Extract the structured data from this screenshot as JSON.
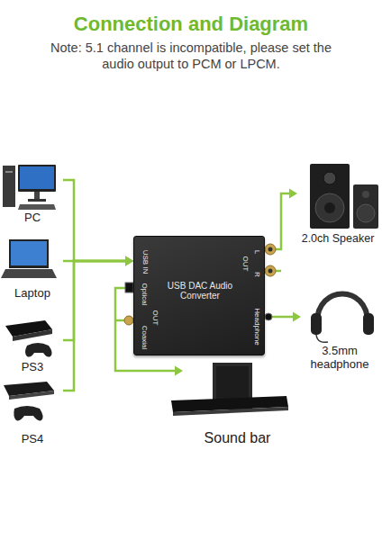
{
  "diagram": {
    "title": "Connection and Diagram",
    "nodes": [
      {
        "text": [
          "PC"
        ]
      },
      {
        "text": [
          "Laptop"
        ]
      },
      {
        "text": [
          "PS3"
        ]
      },
      {
        "text": [
          "PS4"
        ]
      },
      {
        "text": [
          "USB IN",
          "Optical",
          "OUT",
          "Coaxial",
          "USB DAC Audio Converter",
          "L",
          "R",
          "OUT",
          "Headphone"
        ]
      },
      {
        "text": [
          "2.0ch Speaker"
        ]
      },
      {
        "text": [
          "3.5mm headphone"
        ]
      },
      {
        "text": [
          "Sound bar"
        ]
      }
    ],
    "edges": [
      {
        "from": 0,
        "to": 4,
        "arrow": "to"
      },
      {
        "from": 1,
        "to": 4,
        "arrow": "to"
      },
      {
        "from": 2,
        "to": 4,
        "arrow": "to"
      },
      {
        "from": 3,
        "to": 4,
        "arrow": "to"
      },
      {
        "from": 4,
        "to": 5,
        "arrow": "to"
      },
      {
        "from": 4,
        "to": 6,
        "arrow": "to"
      },
      {
        "from": 4,
        "to": 7,
        "arrow": "to"
      }
    ],
    "labels": [
      "Note: 5.1 channel is incompatible, please set the audio output to PCM or LPCM."
    ]
  }
}
